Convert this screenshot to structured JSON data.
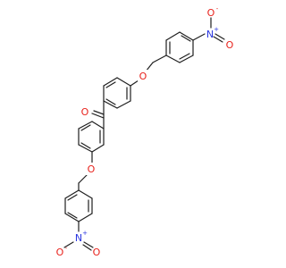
{
  "colors": {
    "bond": "#1f1f1f",
    "oxygen": "#e8221c",
    "nitrogen": "#2a36e0",
    "background": "#ffffff"
  },
  "atoms": {
    "carbonyl_o": {
      "symbol": "O",
      "color": "oxygen"
    },
    "ether_o_top": {
      "symbol": "O",
      "color": "oxygen"
    },
    "ether_o_bottom": {
      "symbol": "O",
      "color": "oxygen"
    },
    "nitro_n_top": {
      "symbol": "N",
      "charge": "+",
      "color": "nitrogen"
    },
    "nitro_o1_top": {
      "symbol": "O",
      "charge": "-",
      "color": "oxygen"
    },
    "nitro_o2_top": {
      "symbol": "O",
      "color": "oxygen"
    },
    "nitro_n_bottom": {
      "symbol": "N",
      "charge": "+",
      "color": "nitrogen"
    },
    "nitro_o1_bottom": {
      "symbol": "O",
      "charge": "-",
      "color": "oxygen"
    },
    "nitro_o2_bottom": {
      "symbol": "O",
      "color": "oxygen"
    }
  }
}
